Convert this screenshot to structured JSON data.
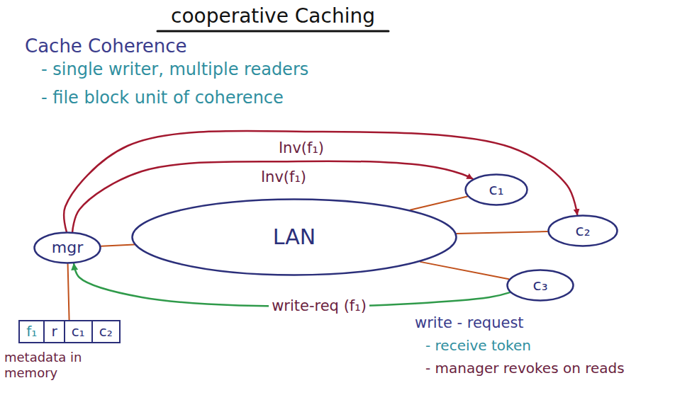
{
  "diagram": {
    "title": "cooperative Caching",
    "nodes": [
      {
        "text": [
          "mgr"
        ]
      },
      {
        "text": [
          "LAN"
        ]
      },
      {
        "text": [
          "c₁"
        ]
      },
      {
        "text": [
          "c₂"
        ]
      },
      {
        "text": [
          "c₃"
        ]
      },
      {
        "text": [
          "f₁",
          "r",
          "c₁",
          "c₂"
        ]
      }
    ],
    "edges": [
      {
        "from": 0,
        "to": 1,
        "arrow": "none"
      },
      {
        "from": 1,
        "to": 2,
        "arrow": "none"
      },
      {
        "from": 1,
        "to": 3,
        "arrow": "none"
      },
      {
        "from": 1,
        "to": 4,
        "arrow": "none"
      },
      {
        "from": 0,
        "to": 3,
        "label": "Inv(f₁)",
        "arrow": "to"
      },
      {
        "from": 0,
        "to": 2,
        "label": "Inv(f₁)",
        "arrow": "to"
      },
      {
        "from": 4,
        "to": 0,
        "label": "write-req (f₁)",
        "arrow": "to"
      },
      {
        "from": 0,
        "to": 5,
        "arrow": "none"
      }
    ],
    "labels": [
      "Cache Coherence",
      "- single writer, multiple readers",
      "- file block unit of coherence",
      "metadata in memory",
      "write - request",
      "- receive token",
      "- manager revokes on reads"
    ]
  }
}
